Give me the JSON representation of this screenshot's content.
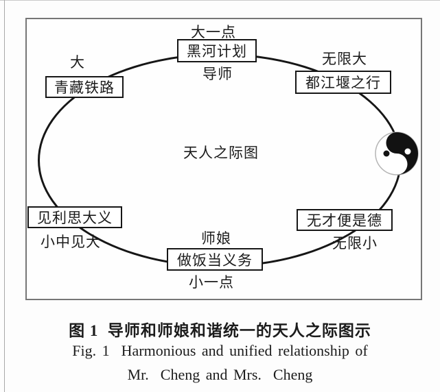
{
  "diagram": {
    "center_label": "天人之际图",
    "boxes": [
      {
        "id": "heihe",
        "label": "黑河计划"
      },
      {
        "id": "qingzang",
        "label": "青藏铁路"
      },
      {
        "id": "dujiang",
        "label": "都江堰之行"
      },
      {
        "id": "jianli",
        "label": "见利思大义"
      },
      {
        "id": "wucai",
        "label": "无才便是德"
      },
      {
        "id": "zuofan",
        "label": "做饭当义务"
      }
    ],
    "annotations": [
      {
        "id": "dayidian",
        "text": "大一点"
      },
      {
        "id": "da",
        "text": "大"
      },
      {
        "id": "wuxianda",
        "text": "无限大"
      },
      {
        "id": "daoshi",
        "text": "导师"
      },
      {
        "id": "xiaozhongjianda",
        "text": "小中见大"
      },
      {
        "id": "shiniang",
        "text": "师娘"
      },
      {
        "id": "wuxianxiao",
        "text": "无限小"
      },
      {
        "id": "xiaoyidian",
        "text": "小一点"
      }
    ],
    "icons": {
      "yinyang": "yin-yang-taiji-symbol"
    },
    "colors": {
      "line": "#161616",
      "frame_border": "#767676",
      "background": "#fdfdfd"
    }
  },
  "caption": {
    "zh": "图 1  导师和师娘和谐统一的天人之际图示",
    "en_line1": "Fig. 1  Harmonious and unified relationship of",
    "en_line2": "Mr.  Cheng and Mrs.  Cheng"
  }
}
